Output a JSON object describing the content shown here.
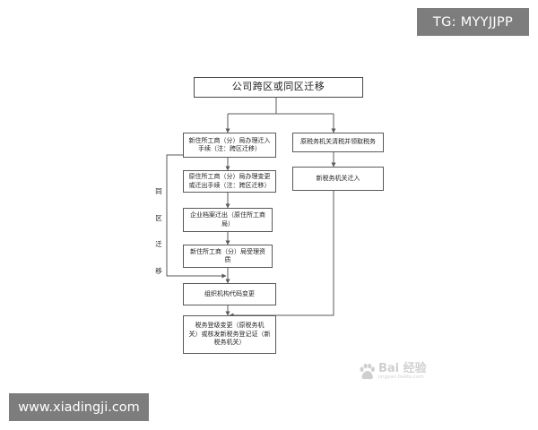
{
  "flowchart": {
    "title": "公司跨区或同区迁移",
    "left_branch": {
      "step1": "新住所工商（分）局办理迁入\n手续（注：跨区迁移）",
      "step2": "原住所工商（分）局办理变更\n或迁出手续（注：跨区迁移）",
      "step3": "企业档案迁出（原住所工商\n局）",
      "step4": "新住所工商（分）局受理资\n质"
    },
    "right_branch": {
      "step1": "原税务机关清税并领取税务",
      "step2": "新税务机关迁入"
    },
    "merge_step": "组织机构代码变更",
    "final_step": "税务登级变更（原税务机\n关）或核发新税务登记证（新\n税务机关）",
    "side_label": [
      "同",
      "区",
      "迁",
      "移"
    ]
  },
  "watermarks": {
    "tag": "TG: MYYJJPP",
    "site": "www.xiadingji.com",
    "baidu_brand": "Bai 经验",
    "baidu_url": "jingyan.baidu.com"
  },
  "colors": {
    "line": "#5a5a5a",
    "box_border": "#5a5a5a",
    "watermark_bg": "#7d7d7d"
  }
}
